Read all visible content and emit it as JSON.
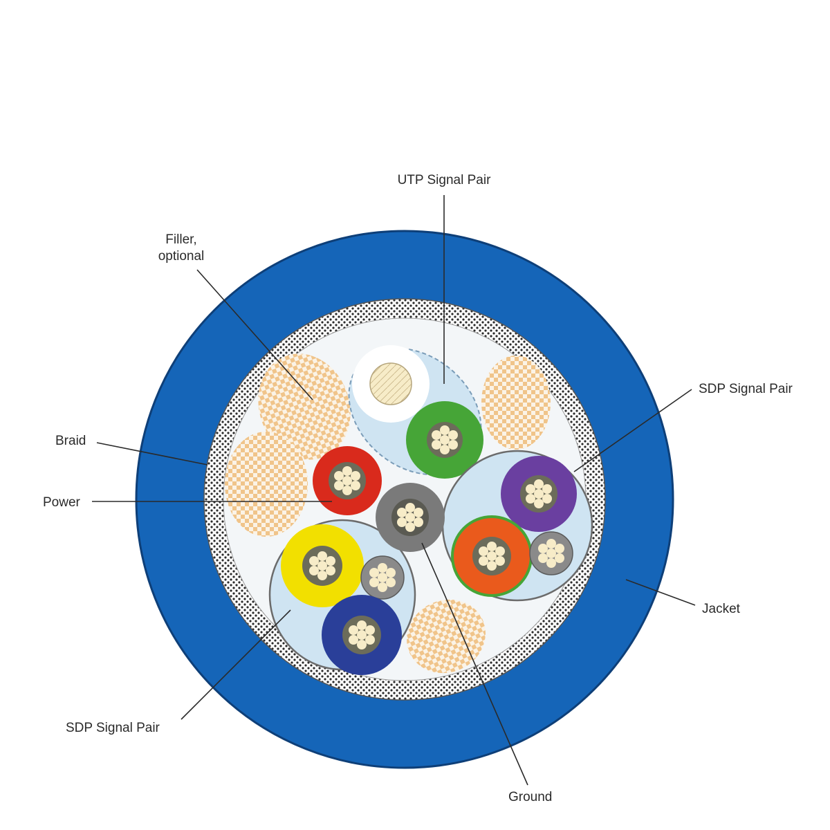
{
  "labels": {
    "utp": "UTP Signal Pair",
    "filler_line1": "Filler,",
    "filler_line2": "optional",
    "sdp_right": "SDP Signal Pair",
    "braid": "Braid",
    "power": "Power",
    "jacket": "Jacket",
    "sdp_left": "SDP Signal Pair",
    "ground": "Ground"
  },
  "colors": {
    "jacket": "#1565b8",
    "braid": "#3a3a3a",
    "core_fill": "#f3f6f8",
    "filler": "#f0c48a",
    "pair_bundle": "#cfe4f2",
    "conductor": "#f7ecc8",
    "power": "#d92a1c",
    "ground": "#7a7a7a",
    "utp_green": "#46a537",
    "utp_white": "#ffffff",
    "sdp_purple": "#6a3fa0",
    "sdp_orange": "#ea5a1c",
    "sdp_yellow": "#f2e000",
    "sdp_navy": "#2a3f99",
    "drain_grey": "#8a8a8a"
  }
}
